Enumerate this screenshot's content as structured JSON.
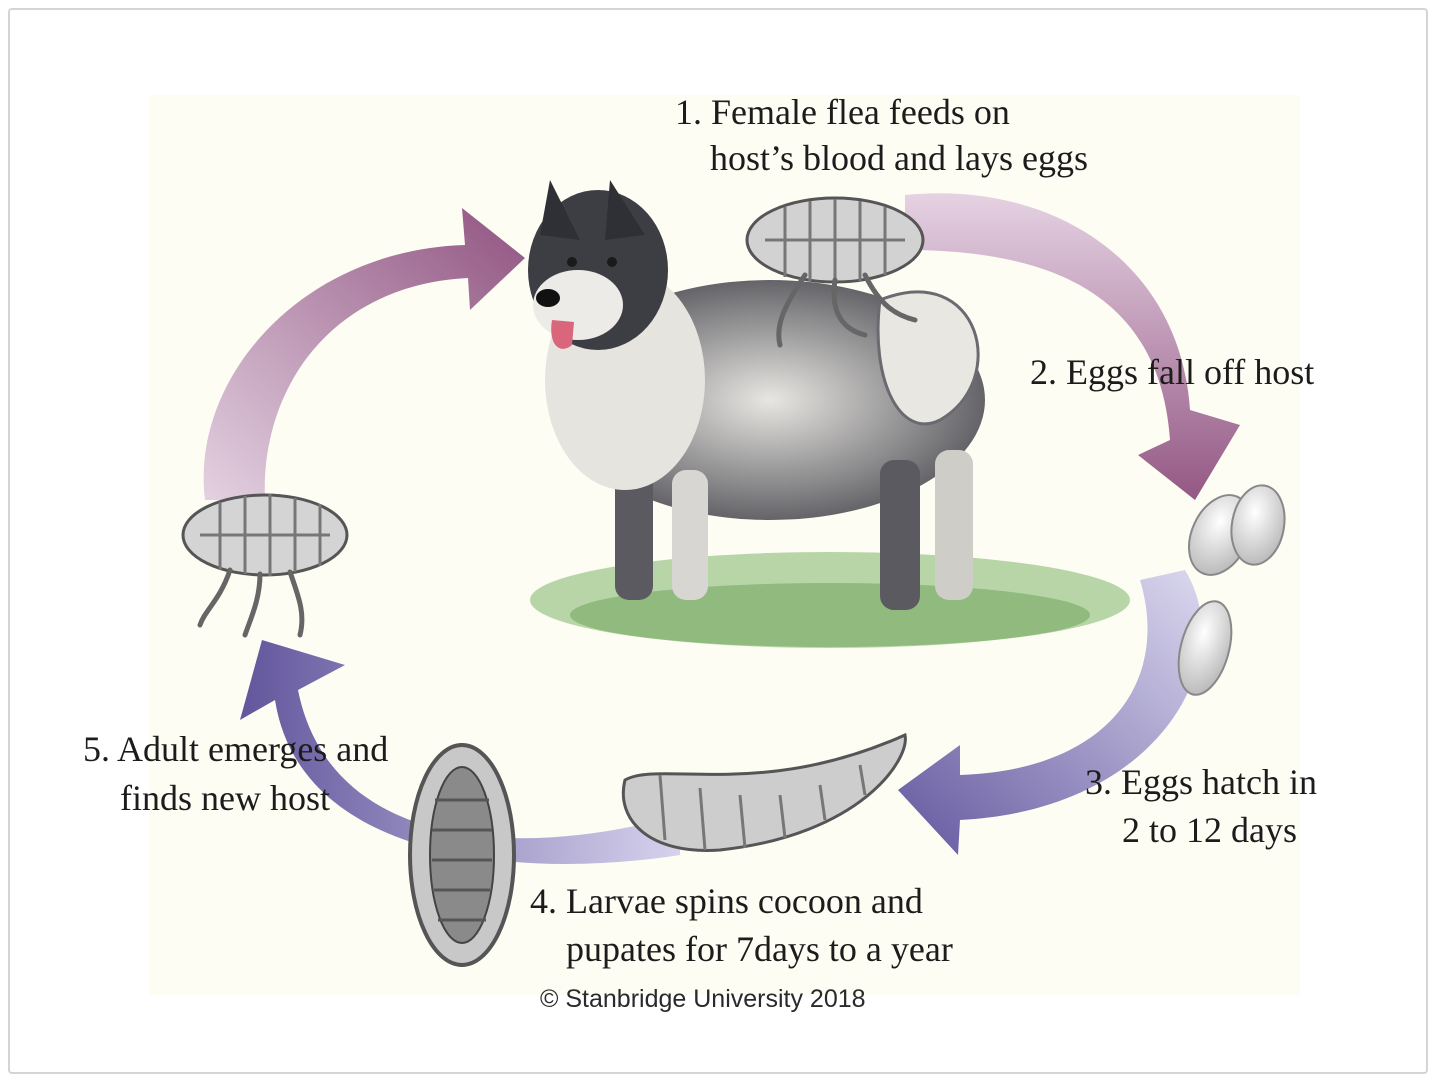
{
  "steps": [
    {
      "line1": "1. Female flea feeds on",
      "line2": "host’s blood and lays eggs"
    },
    {
      "line1": "2. Eggs fall off host"
    },
    {
      "line1": "3. Eggs hatch in",
      "line2": "2 to 12 days"
    },
    {
      "line1": "4. Larvae spins cocoon and",
      "line2": "pupates for 7days to a year"
    },
    {
      "line1": "5. Adult emerges and",
      "line2": "finds new host"
    }
  ],
  "copyright": "© Stanbridge University 2018",
  "colors": {
    "arrow_magenta": "#8e4f7e",
    "arrow_magenta_light": "#dcc4d8",
    "arrow_violet": "#5b4f9a",
    "arrow_violet_light": "#cfcbe8",
    "grass": "#6fa85a",
    "fur_dark": "#3a3a40",
    "panel": "#fdfdf4"
  },
  "icons": [
    "dog-illustration",
    "adult-flea-icon",
    "egg-icon",
    "larva-icon",
    "pupa-cocoon-icon",
    "cycle-arrow-icon"
  ]
}
